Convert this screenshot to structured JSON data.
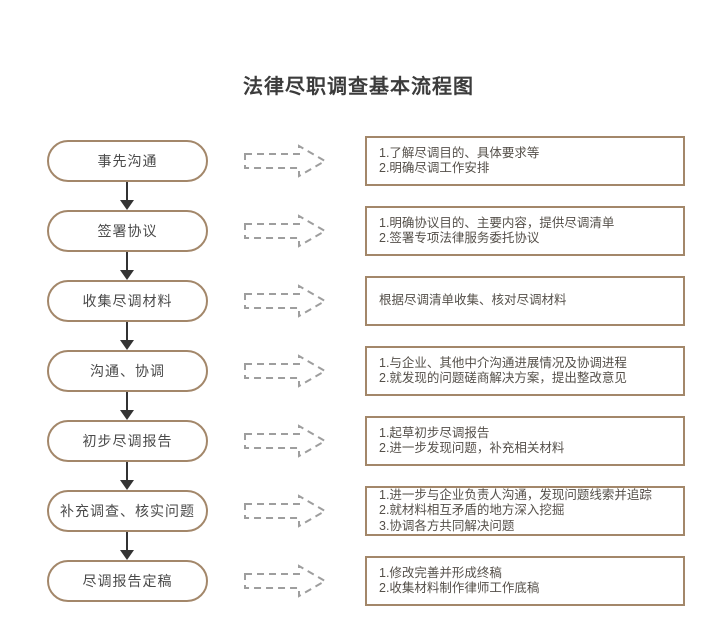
{
  "page": {
    "title": "法律尽职调查基本流程图"
  },
  "colors": {
    "box_border": "#a3876a",
    "dashed_arrow": "#9e9e9e",
    "solid_arrow": "#333333",
    "title_text": "#3c3c3c",
    "step_text": "#4a4a4a",
    "desc_text": "#55504a",
    "background": "#ffffff"
  },
  "icons": {
    "right_arrow": "dashed-block-arrow-right",
    "down_arrow": "solid-arrow-down"
  },
  "steps": [
    {
      "label": "事先沟通",
      "desc": "1.了解尽调目的、具体要求等\n2.明确尽调工作安排"
    },
    {
      "label": "签署协议",
      "desc": "1.明确协议目的、主要内容，提供尽调清单\n2.签署专项法律服务委托协议"
    },
    {
      "label": "收集尽调材料",
      "desc": "根据尽调清单收集、核对尽调材料"
    },
    {
      "label": "沟通、协调",
      "desc": "1.与企业、其他中介沟通进展情况及协调进程\n2.就发现的问题磋商解决方案，提出整改意见"
    },
    {
      "label": "初步尽调报告",
      "desc": "1.起草初步尽调报告\n2.进一步发现问题，补充相关材料"
    },
    {
      "label": "补充调查、核实问题",
      "desc": "1.进一步与企业负责人沟通，发现问题线索并追踪\n2.就材料相互矛盾的地方深入挖掘\n3.协调各方共同解决问题"
    },
    {
      "label": "尽调报告定稿",
      "desc": "1.修改完善并形成终稿\n2.收集材料制作律师工作底稿"
    }
  ]
}
